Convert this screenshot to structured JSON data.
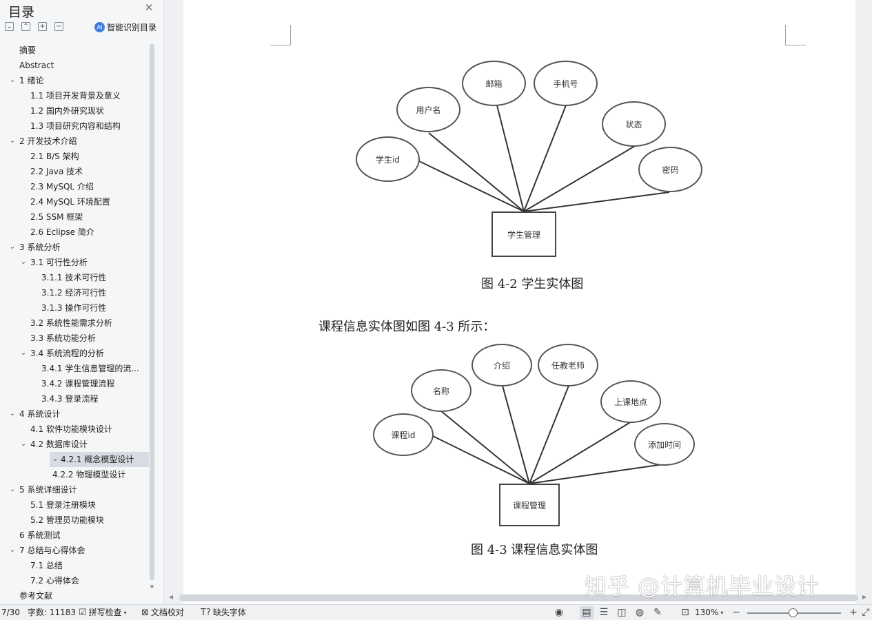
{
  "sidebar": {
    "title": "目录",
    "smart_label": "智能识别目录",
    "items": [
      {
        "label": "摘要",
        "level": 0,
        "chevron": false
      },
      {
        "label": "Abstract",
        "level": 0,
        "chevron": false
      },
      {
        "label": "1 绪论",
        "level": 0,
        "chevron": true
      },
      {
        "label": "1.1 项目开发背景及意义",
        "level": 1,
        "chevron": false
      },
      {
        "label": "1.2 国内外研究现状",
        "level": 1,
        "chevron": false
      },
      {
        "label": "1.3 项目研究内容和结构",
        "level": 1,
        "chevron": false
      },
      {
        "label": "2 开发技术介绍",
        "level": 0,
        "chevron": true
      },
      {
        "label": "2.1 B/S 架构",
        "level": 1,
        "chevron": false
      },
      {
        "label": "2.2 Java 技术",
        "level": 1,
        "chevron": false
      },
      {
        "label": "2.3 MySQL 介绍",
        "level": 1,
        "chevron": false
      },
      {
        "label": "2.4 MySQL 环境配置",
        "level": 1,
        "chevron": false
      },
      {
        "label": "2.5 SSM 框架",
        "level": 1,
        "chevron": false
      },
      {
        "label": "2.6 Eclipse 简介",
        "level": 1,
        "chevron": false
      },
      {
        "label": "3 系统分析",
        "level": 0,
        "chevron": true
      },
      {
        "label": "3.1 可行性分析",
        "level": 1,
        "chevron": true
      },
      {
        "label": "3.1.1 技术可行性",
        "level": 2,
        "chevron": false
      },
      {
        "label": "3.1.2 经济可行性",
        "level": 2,
        "chevron": false
      },
      {
        "label": "3.1.3 操作可行性",
        "level": 2,
        "chevron": false
      },
      {
        "label": "3.2 系统性能需求分析",
        "level": 1,
        "chevron": false
      },
      {
        "label": "3.3 系统功能分析",
        "level": 1,
        "chevron": false
      },
      {
        "label": "3.4 系统流程的分析",
        "level": 1,
        "chevron": true
      },
      {
        "label": "3.4.1 学生信息管理的流...",
        "level": 2,
        "chevron": false
      },
      {
        "label": "3.4.2 课程管理流程",
        "level": 2,
        "chevron": false
      },
      {
        "label": "3.4.3 登录流程",
        "level": 2,
        "chevron": false
      },
      {
        "label": "4 系统设计",
        "level": 0,
        "chevron": true
      },
      {
        "label": "4.1 软件功能模块设计",
        "level": 1,
        "chevron": false
      },
      {
        "label": "4.2 数据库设计",
        "level": 1,
        "chevron": true
      },
      {
        "label": "4.2.1 概念模型设计",
        "level": 2,
        "chevron": true,
        "selected": true
      },
      {
        "label": "4.2.2 物理模型设计",
        "level": 3,
        "chevron": false
      },
      {
        "label": "5 系统详细设计",
        "level": 0,
        "chevron": true
      },
      {
        "label": "5.1 登录注册模块",
        "level": 1,
        "chevron": false
      },
      {
        "label": "5.2 管理员功能模块",
        "level": 1,
        "chevron": false
      },
      {
        "label": "6 系统测试",
        "level": 0,
        "chevron": false
      },
      {
        "label": "7 总结与心得体会",
        "level": 0,
        "chevron": true
      },
      {
        "label": "7.1 总结",
        "level": 1,
        "chevron": false
      },
      {
        "label": "7.2 心得体会",
        "level": 1,
        "chevron": false
      },
      {
        "label": "参考文献",
        "level": 0,
        "chevron": false
      }
    ]
  },
  "document": {
    "diagram1": {
      "center": "学生管理",
      "attributes": [
        "学生id",
        "用户名",
        "邮箱",
        "手机号",
        "状态",
        "密码"
      ]
    },
    "caption1": "图 4-2 学生实体图",
    "paragraph": "课程信息实体图如图 4-3 所示：",
    "diagram2": {
      "center": "课程管理",
      "attributes": [
        "课程id",
        "名称",
        "介绍",
        "任教老师",
        "上课地点",
        "添加时间"
      ]
    },
    "caption2": "图 4-3 课程信息实体图",
    "watermark": "知乎 @计算机毕业设计"
  },
  "statusbar": {
    "page": "7/30",
    "wordcount": "字数: 11183",
    "spellcheck": "拼写检查",
    "proofread": "文档校对",
    "missing_font": "缺失字体",
    "zoom": "130%",
    "zoom_level_percent": 49
  },
  "icons": {
    "close": "close-icon",
    "eye": "eye-icon",
    "page_view": "page-view-icon",
    "outline_view": "outline-view-icon",
    "read_view": "read-view-icon",
    "web_view": "web-view-icon",
    "pen": "pen-icon",
    "fit": "fit-icon",
    "zoom_out": "minus-icon",
    "zoom_in": "plus-icon"
  }
}
